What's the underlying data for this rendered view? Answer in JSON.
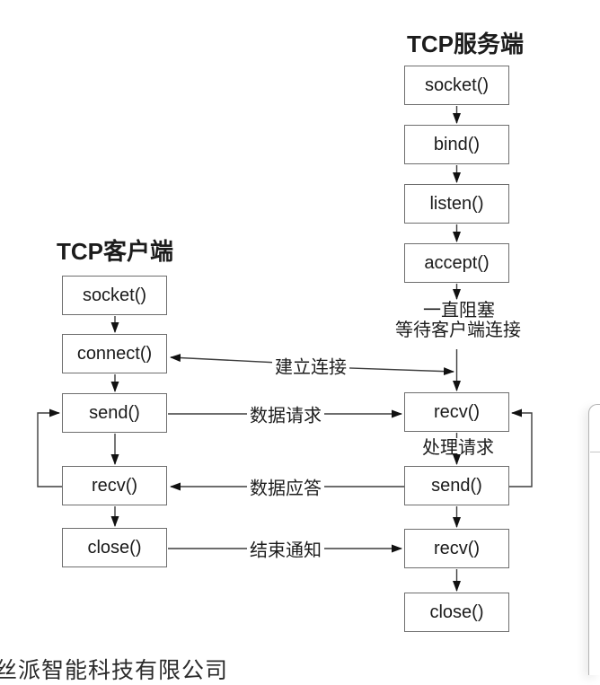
{
  "diagram": {
    "client": {
      "title": "TCP客户端",
      "steps": [
        "socket()",
        "connect()",
        "send()",
        "recv()",
        "close()"
      ]
    },
    "server": {
      "title": "TCP服务端",
      "steps_top": [
        "socket()",
        "bind()",
        "listen()",
        "accept()"
      ],
      "blocking_note_line1": "一直阻塞",
      "blocking_note_line2": "等待客户端连接",
      "process_note": "处理请求",
      "steps_bottom": [
        "recv()",
        "send()",
        "recv()",
        "close()"
      ]
    },
    "connections": {
      "establish": "建立连接",
      "request": "数据请求",
      "response": "数据应答",
      "finish": "结束通知"
    },
    "colors": {
      "line": "#3d3d3d",
      "box_border": "#6e6e6e",
      "panel_border": "#b3b3b3"
    }
  },
  "footer": {
    "partial_prefix_glyph": "丝",
    "text": "派智能科技有限公司"
  }
}
